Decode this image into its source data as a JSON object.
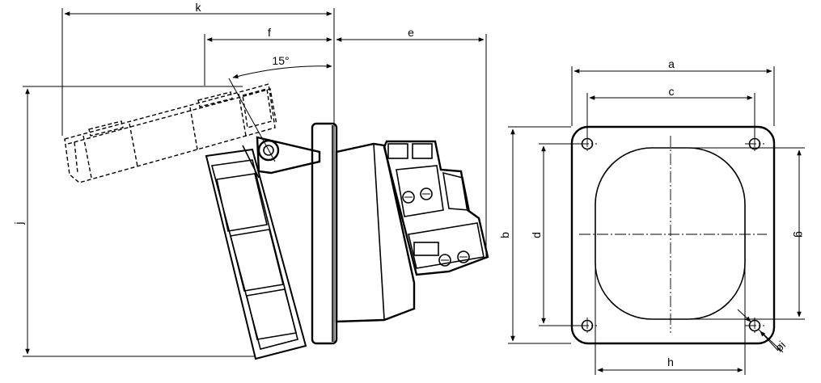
{
  "labels": {
    "k": "k",
    "f": "f",
    "e": "e",
    "angle": "15°",
    "j": "j",
    "a": "a",
    "c": "c",
    "b": "b",
    "d": "d",
    "g": "g",
    "h": "h",
    "i": "øi"
  }
}
